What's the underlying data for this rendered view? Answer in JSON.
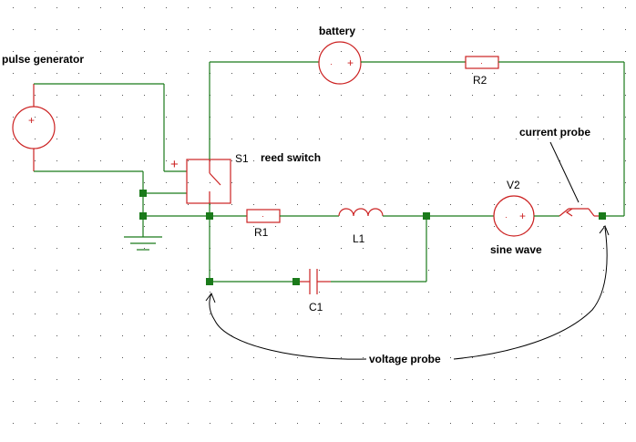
{
  "labels": {
    "pulse_generator": "pulse generator",
    "battery": "battery",
    "r2": "R2",
    "s1": "S1",
    "reed_switch": "reed switch",
    "current_probe": "current probe",
    "v2": "V2",
    "sine_wave": "sine wave",
    "r1": "R1",
    "l1": "L1",
    "c1": "C1",
    "voltage_probe": "voltage probe"
  },
  "colors": {
    "component": "#cc2222",
    "wire": "#1a7a1a",
    "grid_dot": "#555555",
    "probe": "#000000"
  }
}
